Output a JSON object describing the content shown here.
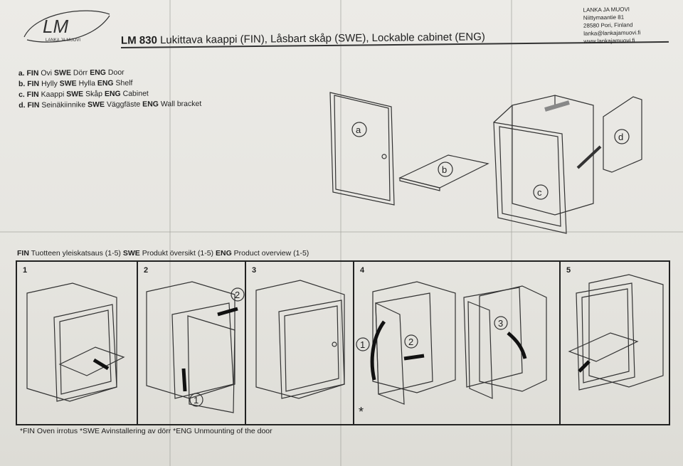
{
  "logo": {
    "mark": "LM",
    "tagline": "LANKA JA MUOVI"
  },
  "title": {
    "code": "LM 830",
    "rest": "Lukittava kaappi (FIN), Låsbart skåp (SWE), Lockable cabinet (ENG)"
  },
  "company": {
    "name": "LANKA JA MUOVI",
    "street": "Niittymaantie 81",
    "city": "28580 Pori, Finland",
    "email": "lanka@lankajamuovi.fi",
    "web": "www.lankajamuovi.fi"
  },
  "legend": [
    {
      "key": "a.",
      "fin": "Ovi",
      "swe": "Dörr",
      "eng": "Door"
    },
    {
      "key": "b.",
      "fin": "Hylly",
      "swe": "Hylla",
      "eng": "Shelf"
    },
    {
      "key": "c.",
      "fin": "Kaappi",
      "swe": "Skåp",
      "eng": "Cabinet"
    },
    {
      "key": "d.",
      "fin": "Seinäkiinnike",
      "swe": "Väggfäste",
      "eng": "Wall bracket"
    }
  ],
  "lang": {
    "fin": "FIN",
    "swe": "SWE",
    "eng": "ENG"
  },
  "parts": {
    "a": "a",
    "b": "b",
    "c": "c",
    "d": "d"
  },
  "overview": {
    "fin": "Tuotteen yleiskatsaus (1-5)",
    "swe": "Produkt översikt (1-5)",
    "eng": "Product overview (1-5)"
  },
  "steps": {
    "s1": "1",
    "s2": "2",
    "s3": "3",
    "s4": "4",
    "s5": "5",
    "p2a": "2",
    "p2b": "1",
    "p4a": "1",
    "p4b": "2",
    "p4c": "3",
    "star": "*"
  },
  "footnote": "*FIN Oven irrotus  *SWE  Avinstallering av dörr *ENG Unmounting of the door"
}
